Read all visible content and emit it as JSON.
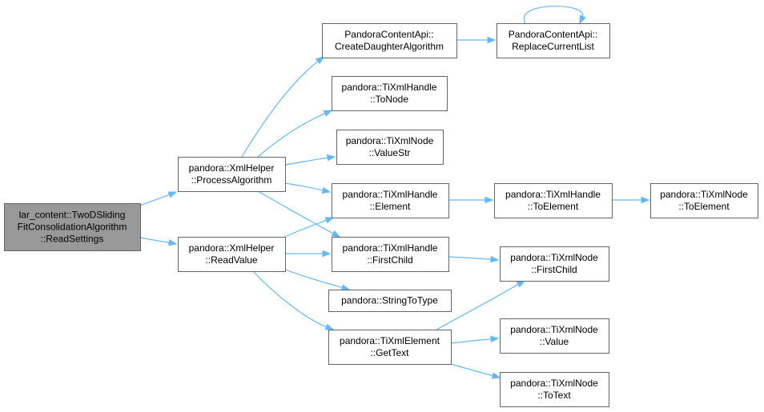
{
  "nodes": [
    {
      "id": "read_settings",
      "lines": [
        "lar_content::TwoDSliding",
        "FitConsolidationAlgorithm",
        "::ReadSettings"
      ],
      "root": true
    },
    {
      "id": "process_algorithm",
      "lines": [
        "pandora::XmlHelper",
        "::ProcessAlgorithm"
      ]
    },
    {
      "id": "read_value",
      "lines": [
        "pandora::XmlHelper",
        "::ReadValue"
      ]
    },
    {
      "id": "create_daughter",
      "lines": [
        "PandoraContentApi::",
        "CreateDaughterAlgorithm"
      ]
    },
    {
      "id": "replace_current_list",
      "lines": [
        "PandoraContentApi::",
        "ReplaceCurrentList"
      ]
    },
    {
      "id": "handle_to_node",
      "lines": [
        "pandora::TiXmlHandle",
        "::ToNode"
      ]
    },
    {
      "id": "node_value_str",
      "lines": [
        "pandora::TiXmlNode",
        "::ValueStr"
      ]
    },
    {
      "id": "handle_element",
      "lines": [
        "pandora::TiXmlHandle",
        "::Element"
      ]
    },
    {
      "id": "handle_first_child",
      "lines": [
        "pandora::TiXmlHandle",
        "::FirstChild"
      ]
    },
    {
      "id": "string_to_type",
      "lines": [
        "pandora::StringToType"
      ]
    },
    {
      "id": "element_get_text",
      "lines": [
        "pandora::TiXmlElement",
        "::GetText"
      ]
    },
    {
      "id": "handle_to_element",
      "lines": [
        "pandora::TiXmlHandle",
        "::ToElement"
      ]
    },
    {
      "id": "node_to_element",
      "lines": [
        "pandora::TiXmlNode",
        "::ToElement"
      ]
    },
    {
      "id": "node_first_child",
      "lines": [
        "pandora::TiXmlNode",
        "::FirstChild"
      ]
    },
    {
      "id": "node_value",
      "lines": [
        "pandora::TiXmlNode",
        "::Value"
      ]
    },
    {
      "id": "node_to_text",
      "lines": [
        "pandora::TiXmlNode",
        "::ToText"
      ]
    }
  ],
  "edges": [
    {
      "from": "read_settings",
      "to": "process_algorithm"
    },
    {
      "from": "read_settings",
      "to": "read_value"
    },
    {
      "from": "process_algorithm",
      "to": "create_daughter"
    },
    {
      "from": "process_algorithm",
      "to": "handle_to_node"
    },
    {
      "from": "process_algorithm",
      "to": "node_value_str"
    },
    {
      "from": "process_algorithm",
      "to": "handle_element"
    },
    {
      "from": "process_algorithm",
      "to": "handle_first_child"
    },
    {
      "from": "create_daughter",
      "to": "replace_current_list"
    },
    {
      "from": "replace_current_list",
      "to": "replace_current_list"
    },
    {
      "from": "read_value",
      "to": "handle_element"
    },
    {
      "from": "read_value",
      "to": "handle_first_child"
    },
    {
      "from": "read_value",
      "to": "string_to_type"
    },
    {
      "from": "read_value",
      "to": "element_get_text"
    },
    {
      "from": "handle_element",
      "to": "handle_to_element"
    },
    {
      "from": "handle_to_element",
      "to": "node_to_element"
    },
    {
      "from": "handle_first_child",
      "to": "node_first_child"
    },
    {
      "from": "element_get_text",
      "to": "node_first_child"
    },
    {
      "from": "element_get_text",
      "to": "node_value"
    },
    {
      "from": "element_get_text",
      "to": "node_to_text"
    }
  ],
  "colors": {
    "edge": "#63b8ff",
    "node_border": "#666666",
    "root_fill": "#999999",
    "node_fill": "#ffffff"
  }
}
